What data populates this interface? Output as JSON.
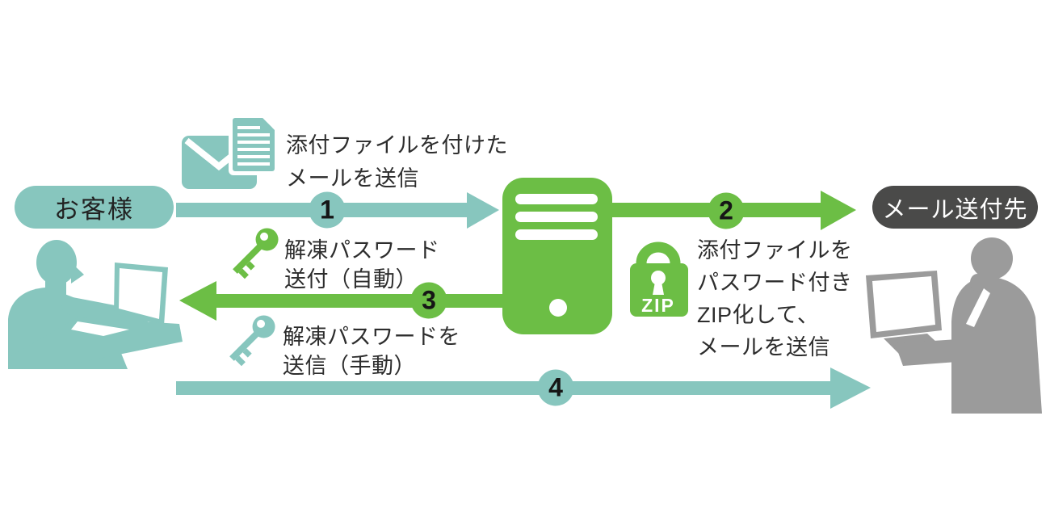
{
  "diagram": {
    "background": "#ffffff",
    "colors": {
      "teal": "#87c6be",
      "green": "#6cbe45",
      "dark_pill": "#4a4a49",
      "silhouette_gray": "#9b9b9b",
      "text": "#2d2d2d"
    },
    "nodes": {
      "customer": {
        "label": "お客様"
      },
      "recipient": {
        "label": "メール送付先"
      }
    },
    "steps": [
      {
        "number": "1",
        "arrow_color": "teal",
        "direction": "customer-to-server",
        "icon": "envelope-attachment-icon",
        "label_lines": [
          "添付ファイルを付けた",
          "メールを送信"
        ]
      },
      {
        "number": "2",
        "arrow_color": "green",
        "direction": "server-to-recipient",
        "icon": "zip-lock-icon",
        "label_lines": [
          "添付ファイルを",
          "パスワード付き",
          "ZIP化して、",
          "メールを送信"
        ]
      },
      {
        "number": "3",
        "arrow_color": "green",
        "direction": "server-to-customer",
        "icon": "key-icon",
        "label_lines": [
          "解凍パスワード",
          "送付（自動）"
        ]
      },
      {
        "number": "4",
        "arrow_color": "teal",
        "direction": "customer-to-recipient",
        "icon": "key-icon",
        "label_lines": [
          "解凍パスワードを",
          "送信（手動）"
        ]
      }
    ],
    "icons": {
      "zip_label": "ZIP"
    }
  }
}
